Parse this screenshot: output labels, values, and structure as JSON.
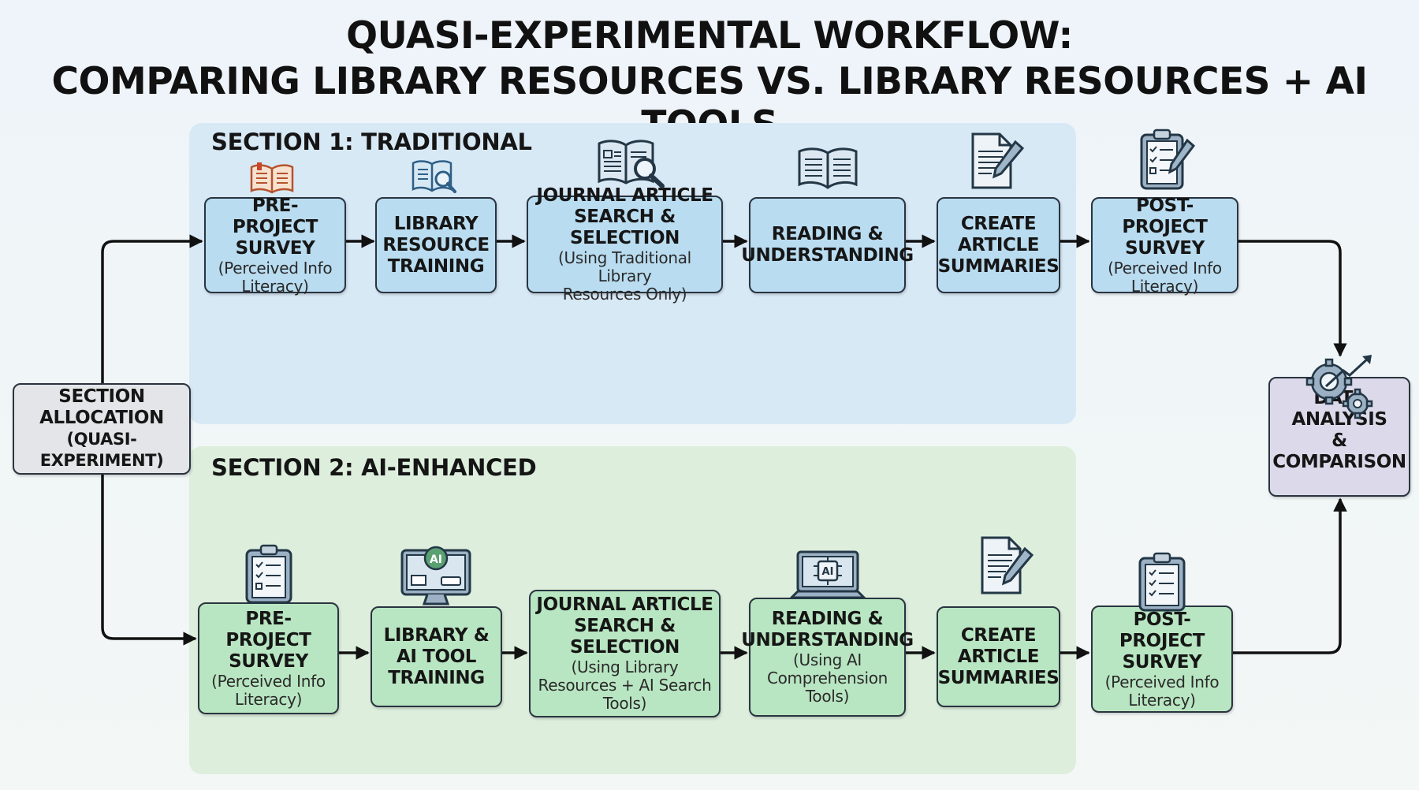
{
  "title": {
    "line1": "QUASI-EXPERIMENTAL WORKFLOW:",
    "line2": "COMPARING LIBRARY RESOURCES VS. LIBRARY RESOURCES + AI TOOLS"
  },
  "allocation": {
    "line1": "SECTION",
    "line2": "ALLOCATION",
    "line3": "(QUASI-EXPERIMENT)"
  },
  "section1": {
    "label": "SECTION 1: TRADITIONAL",
    "steps": [
      {
        "t1": "PRE-PROJECT",
        "t2": "SURVEY",
        "s1": "(Perceived Info",
        "s2": "Literacy)",
        "icon": "open-book-icon"
      },
      {
        "t1": "LIBRARY",
        "t2": "RESOURCE",
        "t3": "TRAINING",
        "icon": "book-search-icon"
      },
      {
        "t1": "JOURNAL ARTICLE",
        "t2": "SEARCH & SELECTION",
        "s1": "(Using Traditional Library",
        "s2": "Resources Only)",
        "icon": "journal-magnifier-icon"
      },
      {
        "t1": "READING &",
        "t2": "UNDERSTANDING",
        "icon": "open-book-icon"
      },
      {
        "t1": "CREATE",
        "t2": "ARTICLE",
        "t3": "SUMMARIES",
        "icon": "document-pen-icon"
      },
      {
        "t1": "POST-PROJECT",
        "t2": "SURVEY",
        "s1": "(Perceived Info",
        "s2": "Literacy)",
        "icon": "clipboard-checklist-icon"
      }
    ]
  },
  "section2": {
    "label": "SECTION 2: AI-ENHANCED",
    "steps": [
      {
        "t1": "PRE-PROJECT",
        "t2": "SURVEY",
        "s1": "(Perceived Info",
        "s2": "Literacy)",
        "icon": "clipboard-checklist-icon"
      },
      {
        "t1": "LIBRARY &",
        "t2": "AI TOOL",
        "t3": "TRAINING",
        "icon": "ai-monitor-icon",
        "icon_text": "AI"
      },
      {
        "t1": "JOURNAL ARTICLE",
        "t2": "SEARCH & SELECTION",
        "s1": "(Using Library",
        "s2": "Resources + AI Search",
        "s3": "Tools)"
      },
      {
        "t1": "READING &",
        "t2": "UNDERSTANDING",
        "s1": "(Using AI",
        "s2": "Comprehension",
        "s3": "Tools)",
        "icon": "ai-laptop-icon",
        "icon_text": "AI"
      },
      {
        "t1": "CREATE",
        "t2": "ARTICLE",
        "t3": "SUMMARIES",
        "icon": "document-pen-icon"
      },
      {
        "t1": "POST-PROJECT",
        "t2": "SURVEY",
        "s1": "(Perceived Info",
        "s2": "Literacy)",
        "icon": "clipboard-checklist-icon"
      }
    ]
  },
  "analysis": {
    "line1": "DATA ANALYSIS",
    "line2": "& COMPARISON",
    "icon": "gears-chart-icon"
  },
  "colors": {
    "traditional_panel": "#d8e9f6",
    "ai_panel": "#ddeedd",
    "traditional_box": "#b9dcf0",
    "ai_box": "#b9e6c2",
    "allocation_box": "#e4e5e8",
    "analysis_box": "#dcdaea"
  }
}
